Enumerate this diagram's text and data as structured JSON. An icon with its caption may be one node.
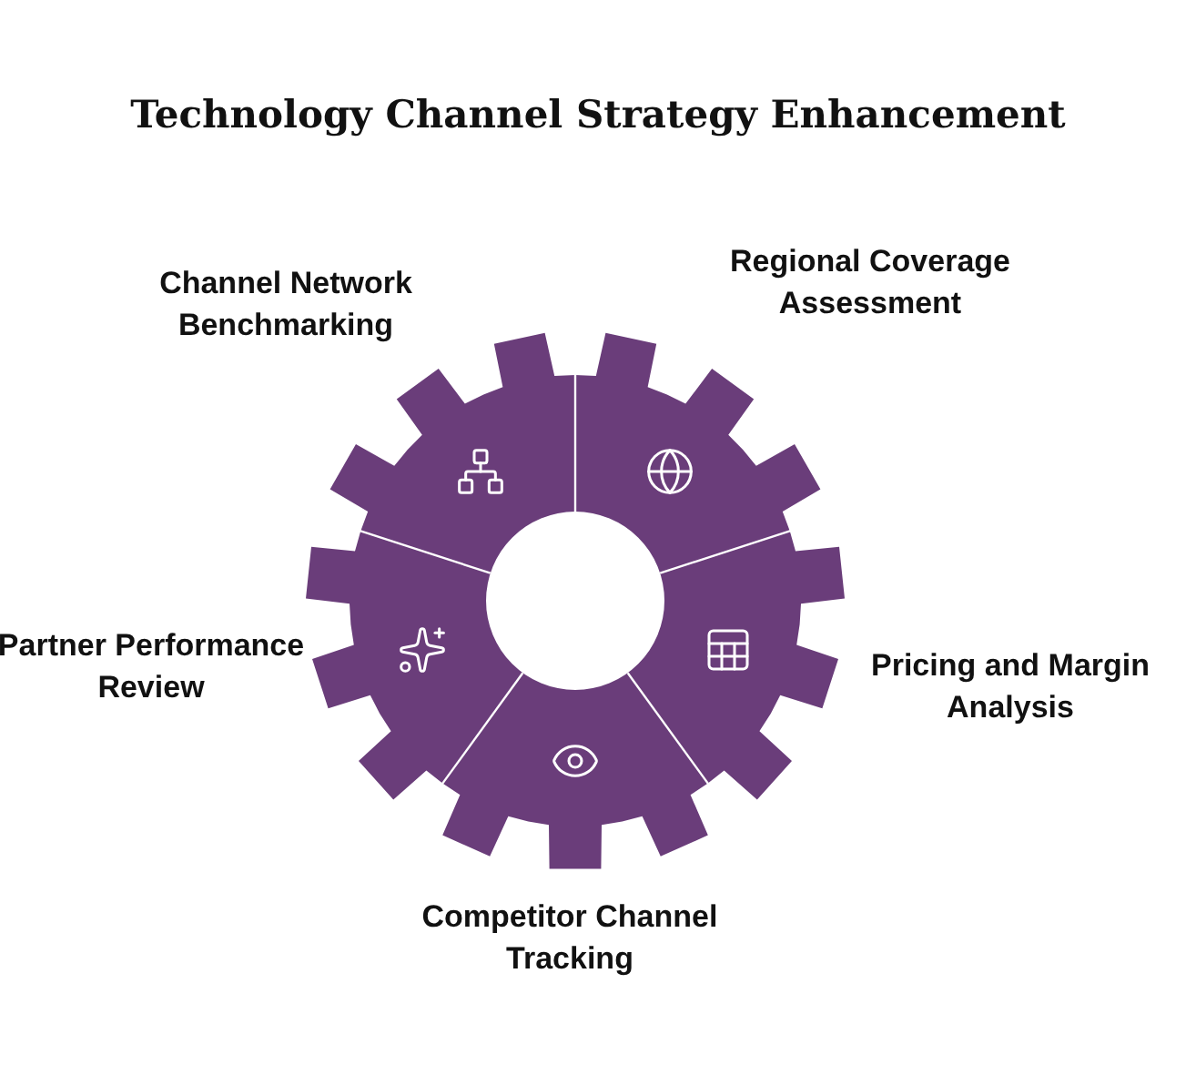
{
  "diagram": {
    "title": "Technology Channel Strategy Enhancement",
    "labels": [
      "Channel Network Benchmarking",
      "Regional Coverage Assessment",
      "Partner Performance Review",
      "Pricing and Margin Analysis",
      "Competitor Channel Tracking"
    ]
  }
}
